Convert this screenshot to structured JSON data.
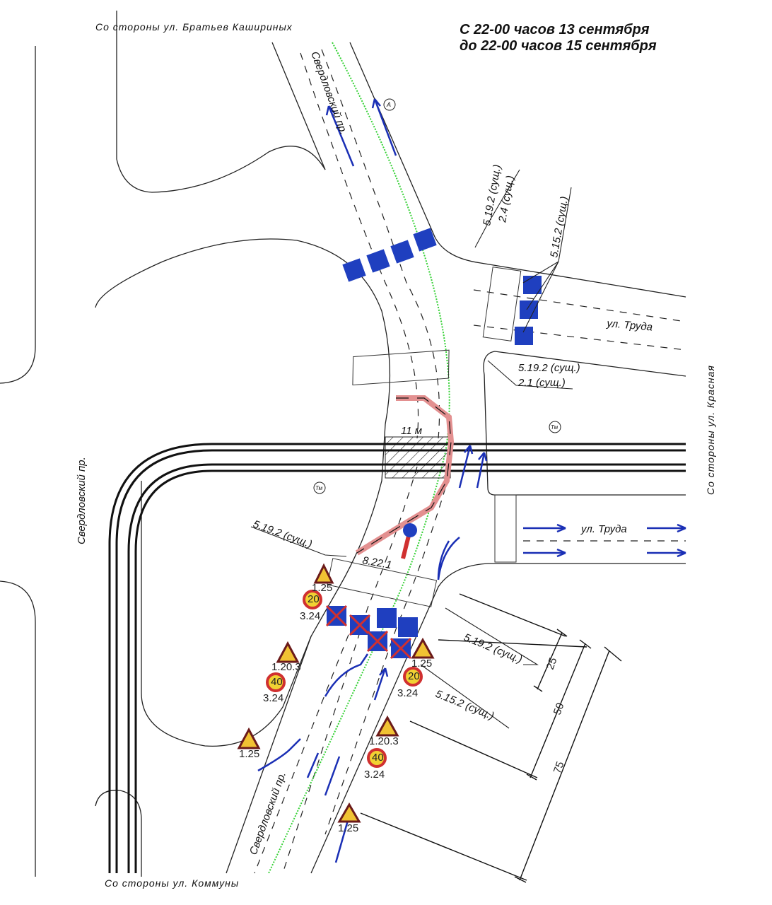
{
  "header": {
    "line1": "С 22-00 часов 13 сентября",
    "line2": "до 22-00 часов 15 сентября"
  },
  "directions": {
    "north": "Со стороны ул. Братьев Кашириных",
    "south": "Со стороны ул. Коммуны",
    "east": "Со стороны ул. Красная"
  },
  "streets": {
    "sverdlovsky_top": "Свердловский пр.",
    "sverdlovsky_bottom": "Свердловский пр.",
    "sverdlovsky_left": "Свердловский пр.",
    "truda_upper": "ул. Труда",
    "truda_lower": "ул. Труда"
  },
  "markers": {
    "a": "А",
    "tm1": "Тм",
    "tm2": "Тм"
  },
  "annotations": {
    "top_sign_a": "5.19.2 (сущ.)",
    "top_sign_b": "2.4 (сущ.)",
    "top_right_sign": "5.15.2 (сущ.)",
    "mid_sign_a": "5.19.2 (сущ.)",
    "mid_sign_b": "2.1 (сущ.)",
    "width": "11 м",
    "left_sign": "5.19.2 (сущ.)",
    "barrier_sign": "8.22.1",
    "bottom_sign_a": "5.19.2 (сущ.)",
    "bottom_sign_b": "5.15.2 (сущ.)"
  },
  "road_signs": [
    {
      "code": "1.25",
      "type": "roadworks"
    },
    {
      "code": "3.24",
      "value": "20"
    },
    {
      "code": "1.20.3",
      "type": "narrowing"
    },
    {
      "code": "3.24",
      "value": "40"
    },
    {
      "code": "1.25",
      "type": "roadworks"
    },
    {
      "code": "1.25",
      "type": "roadworks"
    },
    {
      "code": "3.24",
      "value": "20"
    },
    {
      "code": "1.20.3",
      "type": "narrowing"
    },
    {
      "code": "3.24",
      "value": "40"
    },
    {
      "code": "1.25",
      "type": "roadworks"
    }
  ],
  "dimensions": {
    "d1": "25",
    "d2": "50",
    "d3": "75"
  },
  "colors": {
    "arrow": "#1a2fb5",
    "sign_blue": "#1f3fbf",
    "barrier": "#d03030",
    "green_line": "#35d135"
  }
}
